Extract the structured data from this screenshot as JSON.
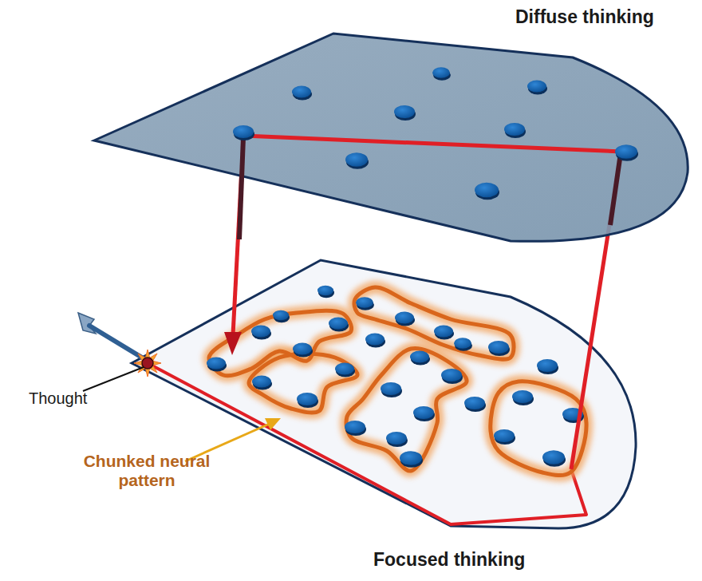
{
  "diagram": {
    "labels": [
      "Diffuse thinking",
      "Thought",
      "Chunked neural pattern",
      "Focused thinking"
    ]
  }
}
